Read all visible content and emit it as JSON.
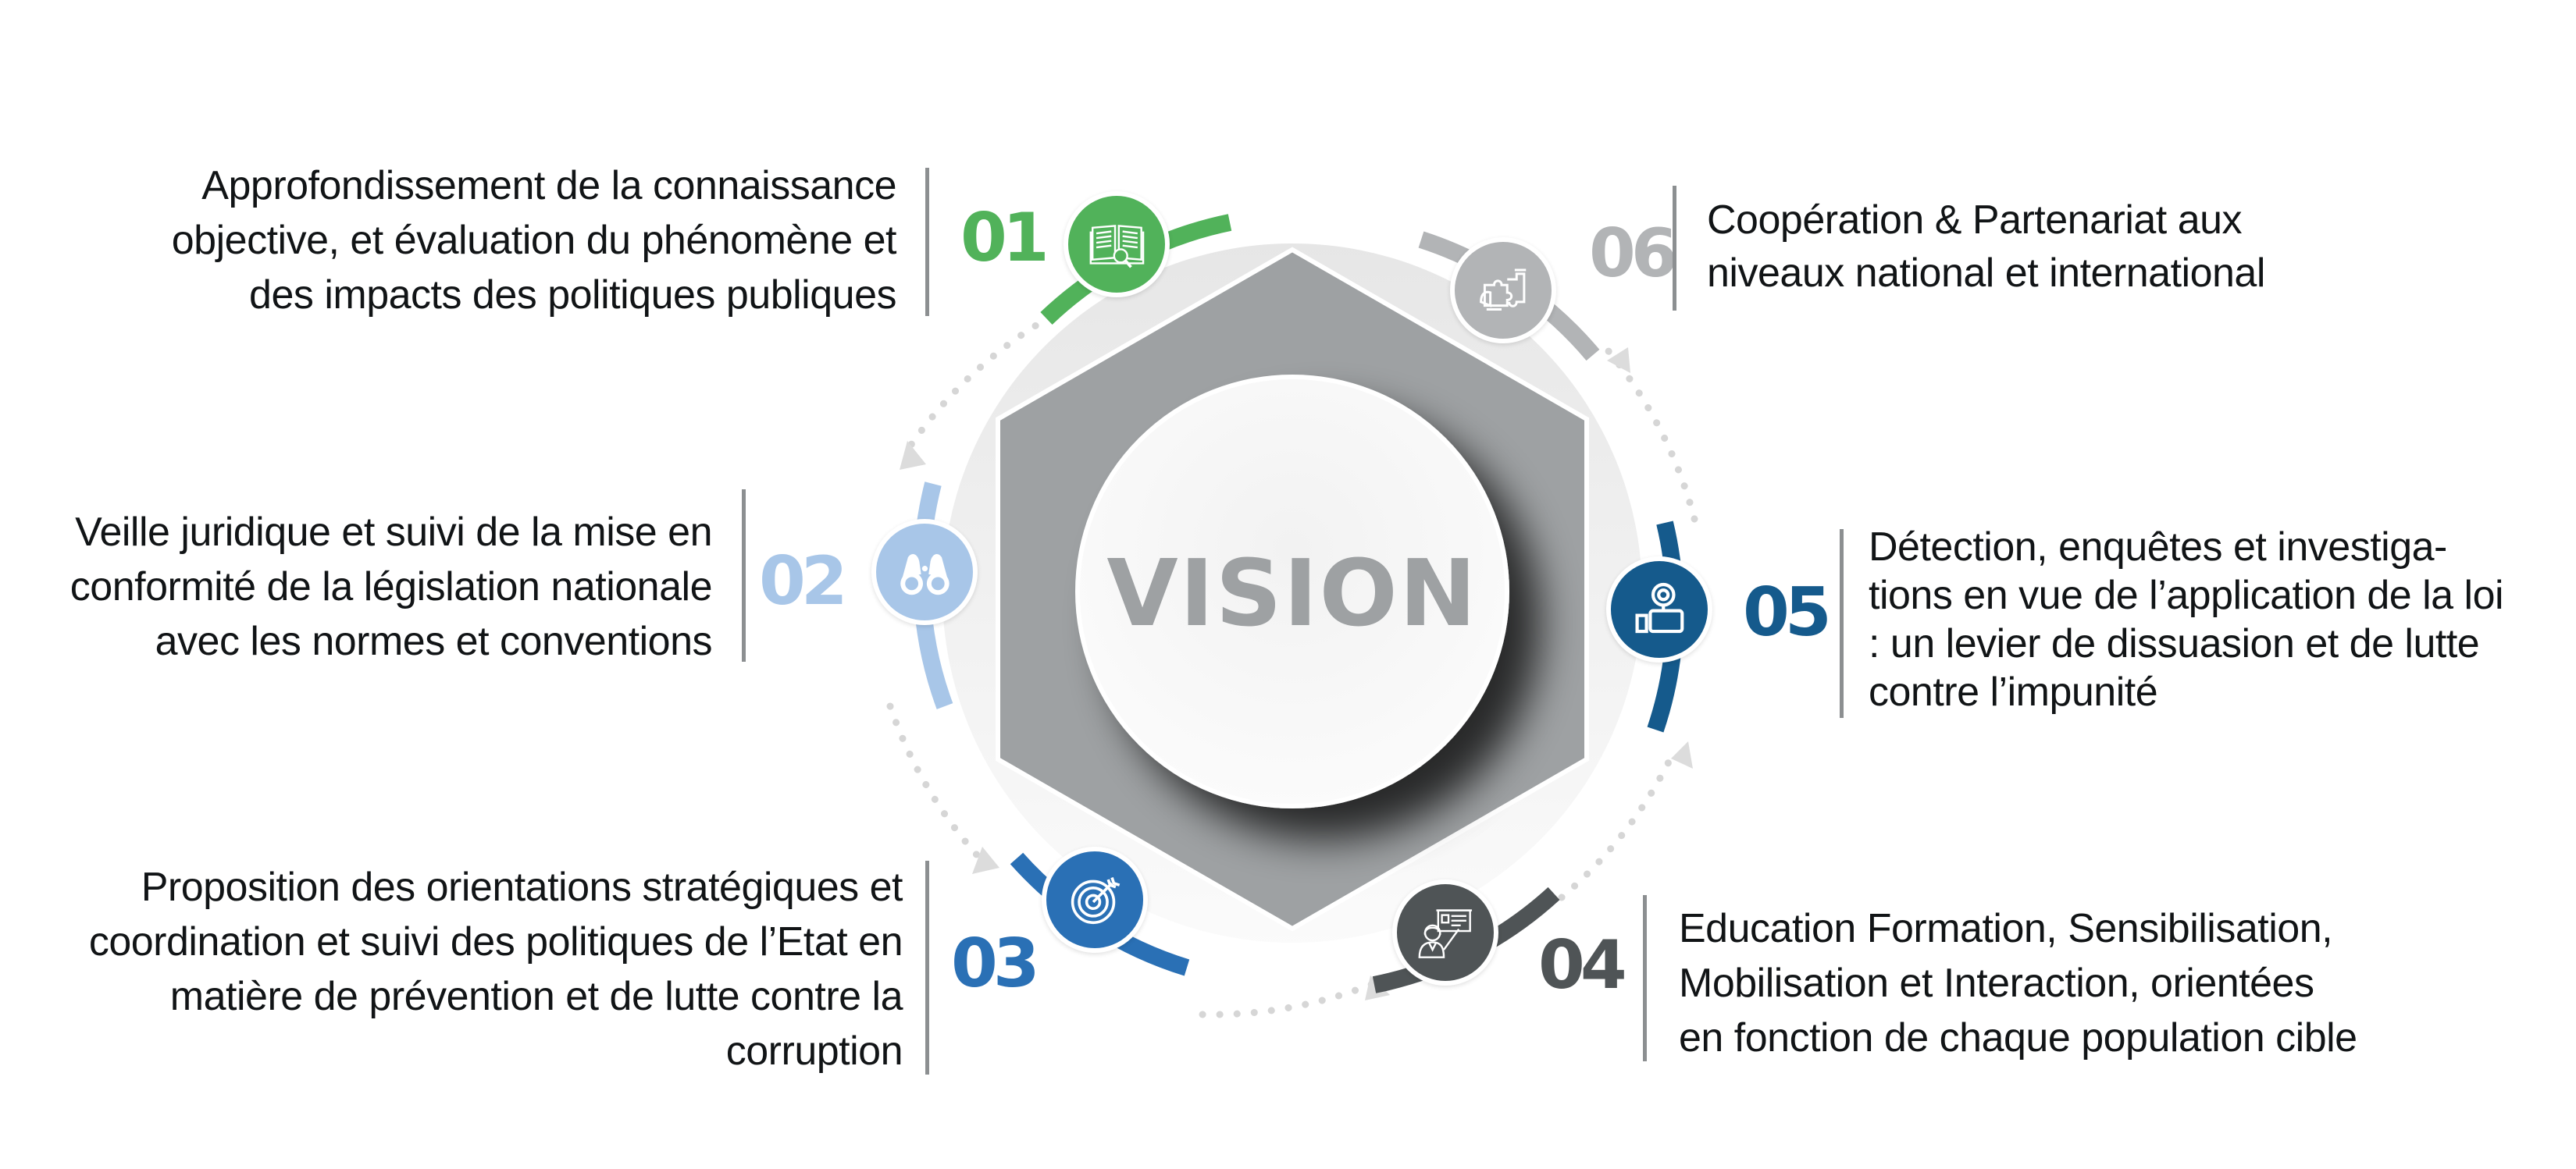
{
  "center": {
    "label": "VISION",
    "hexagon_color": "#9ea1a3",
    "circle_color": "#f4f4f4"
  },
  "steps": [
    {
      "number": "01",
      "color": "#51b25a",
      "icon": "book-magnifier-icon",
      "side": "left",
      "lines": [
        "Approfondissement de la connaissance",
        "objective, et évaluation du phénomène et",
        "des impacts des politiques publiques"
      ]
    },
    {
      "number": "02",
      "color": "#a8c6e8",
      "icon": "binoculars-icon",
      "side": "left",
      "lines": [
        "Veille juridique et suivi de la mise en",
        "conformité de la législation nationale",
        "avec les normes et conventions"
      ]
    },
    {
      "number": "03",
      "color": "#2a70b5",
      "icon": "target-arrow-icon",
      "side": "left",
      "lines": [
        "Proposition des orientations stratégiques et",
        "coordination et suivi des politiques de l’Etat en",
        "matière de prévention et de lutte contre la",
        "corruption"
      ]
    },
    {
      "number": "04",
      "color": "#4f5456",
      "icon": "teacher-presentation-icon",
      "side": "right",
      "lines": [
        "Education Formation, Sensibilisation,",
        "Mobilisation et  Interaction, orientées",
        "en fonction de chaque population cible"
      ]
    },
    {
      "number": "05",
      "color": "#155a8c",
      "icon": "investigation-magnifier-icon",
      "side": "right",
      "lines": [
        "Détection, enquêtes et investiga-",
        "tions en vue de l’application de la loi",
        ": un levier de dissuasion et de  lutte",
        "contre l’impunité"
      ]
    },
    {
      "number": "06",
      "color": "#b2b4b6",
      "icon": "puzzle-handshake-icon",
      "side": "right",
      "lines": [
        "Coopération   & Partenariat aux",
        "niveaux national et international"
      ]
    }
  ]
}
